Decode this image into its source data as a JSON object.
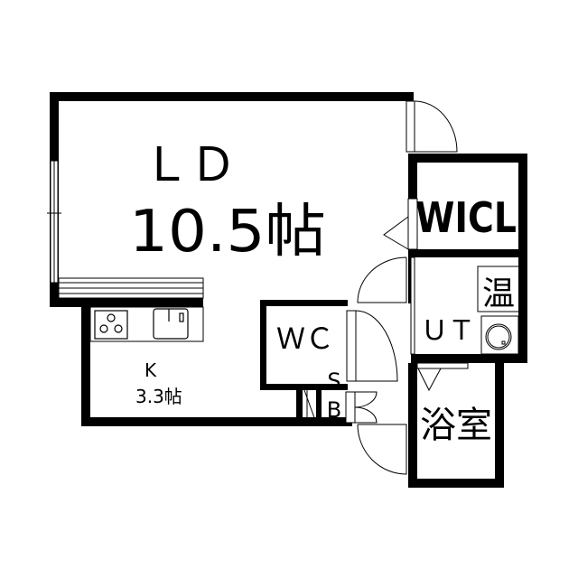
{
  "rooms": {
    "ld": {
      "name": "ＬＤ",
      "size": "10.5帖"
    },
    "k": {
      "name": "K",
      "size": "3.3帖"
    },
    "wicl": {
      "name": "WICL"
    },
    "wc": {
      "name": "ＷＣ"
    },
    "sb": {
      "s": "S",
      "b": "B"
    },
    "ut": {
      "name": "ＵＴ"
    },
    "water_heater": {
      "name": "温"
    },
    "bath": {
      "name": "浴室"
    }
  },
  "colors": {
    "wall": "#000000",
    "background": "#ffffff"
  }
}
